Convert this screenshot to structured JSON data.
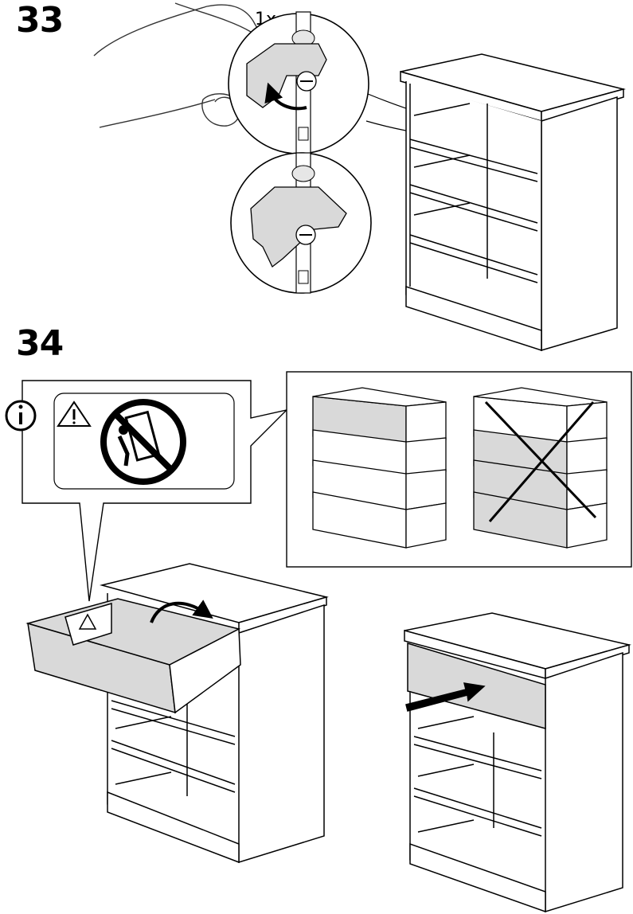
{
  "steps": [
    {
      "number": "33",
      "quantity": "1x"
    },
    {
      "number": "34"
    }
  ],
  "icons": [
    "info-icon",
    "warning-triangle-icon",
    "no-climbing-icon",
    "rotate-arrow-icon",
    "push-arrow-icon",
    "cross-mark-icon"
  ],
  "colors": {
    "line": "#000000",
    "fill": "#ffffff",
    "shade": "#d9d9d9"
  }
}
